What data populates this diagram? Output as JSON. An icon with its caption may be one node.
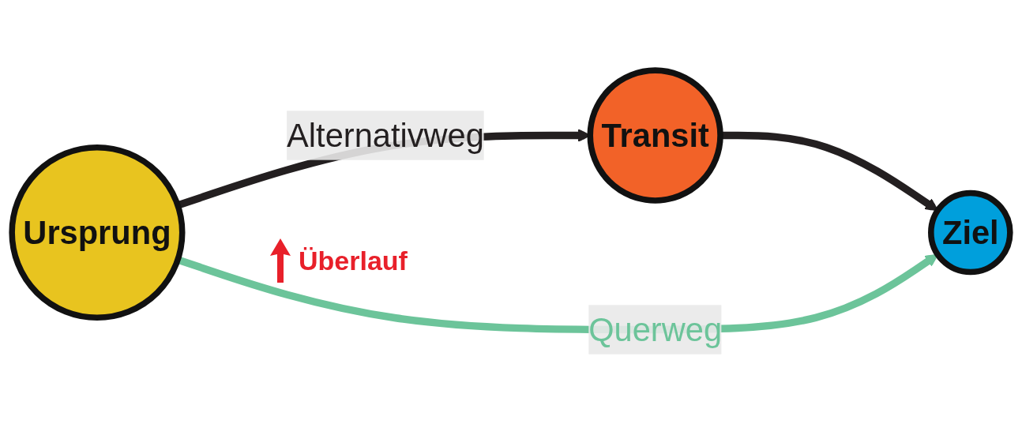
{
  "diagram": {
    "nodes": [
      {
        "text": [
          "Ursprung"
        ]
      },
      {
        "text": [
          "Transit"
        ]
      },
      {
        "text": [
          "Ziel"
        ]
      }
    ],
    "edges": [
      {
        "from": 0,
        "to": 1,
        "arrow": "to",
        "label": "Alternativweg"
      },
      {
        "from": 1,
        "to": 2,
        "arrow": "to"
      },
      {
        "from": 0,
        "to": 2,
        "arrow": "to",
        "label": "Querweg",
        "color": "#6cc49a"
      }
    ],
    "labels": [
      "Überlauf"
    ]
  }
}
